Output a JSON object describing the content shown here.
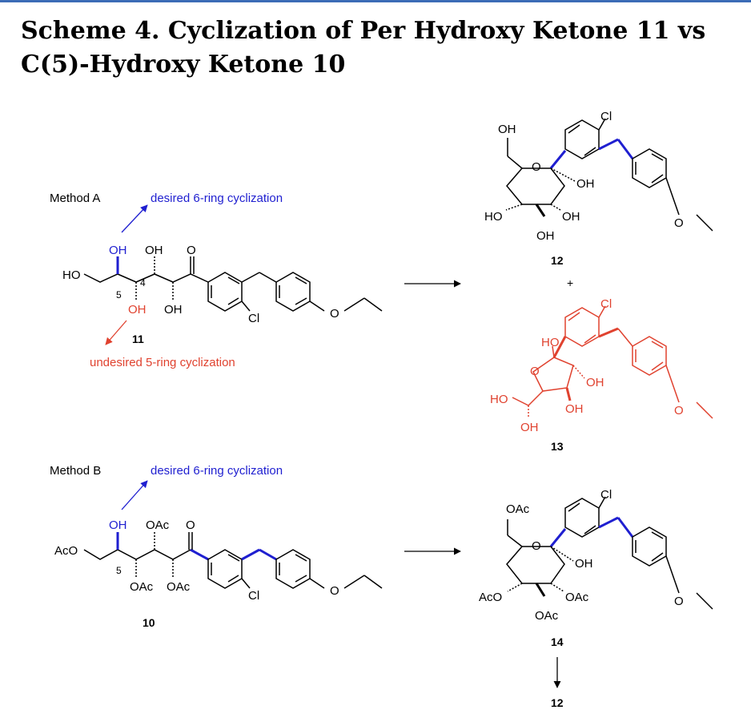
{
  "scheme": {
    "title": "Scheme 4. Cyclization of Per Hydroxy Ketone 11 vs C(5)-Hydroxy Ketone 10"
  },
  "method_a": {
    "label": "Method A",
    "desired_note": "desired 6-ring cyclization",
    "undesired_note": "undesired 5-ring cyclization",
    "sm_number": "11",
    "sm_labels": {
      "ho": "HO",
      "oh5": "OH",
      "c5": "5",
      "c4": "4",
      "oh4": "OH",
      "oh3": "OH",
      "oh2": "OH",
      "o": "O",
      "cl": "Cl",
      "o_eth": "O"
    },
    "product_12": {
      "number": "12",
      "labels": {
        "cl": "Cl",
        "ring_o": "O",
        "oh_ch2": "OH",
        "oh_anom": "OH",
        "ho_left": "HO",
        "oh_right": "OH",
        "oh_bottom": "OH",
        "o_eth": "O"
      }
    },
    "plus": "+",
    "product_13": {
      "number": "13",
      "labels": {
        "cl": "Cl",
        "ho_anom": "HO",
        "ring_o": "O",
        "oh_ring": "OH",
        "oh_bottom": "OH",
        "ho_side": "HO",
        "oh_side": "OH",
        "o_eth": "O"
      }
    }
  },
  "method_b": {
    "label": "Method B",
    "desired_note": "desired 6-ring cyclization",
    "sm_number": "10",
    "sm_labels": {
      "aco": "AcO",
      "oh5": "OH",
      "c5": "5",
      "oac_top": "OAc",
      "oac_a": "OAc",
      "oac_b": "OAc",
      "o": "O",
      "cl": "Cl",
      "o_eth": "O"
    },
    "product_14": {
      "number": "14",
      "labels": {
        "cl": "Cl",
        "oac_ch2": "OAc",
        "ring_o": "O",
        "oh_anom": "OH",
        "aco_left": "AcO",
        "oac_right": "OAc",
        "oac_bottom": "OAc",
        "o_eth": "O"
      }
    },
    "final_product": "12"
  },
  "colors": {
    "black": "#000000",
    "blue": "#1f1fd0",
    "red": "#e0422f",
    "title_rule": "#3b6cb6"
  }
}
